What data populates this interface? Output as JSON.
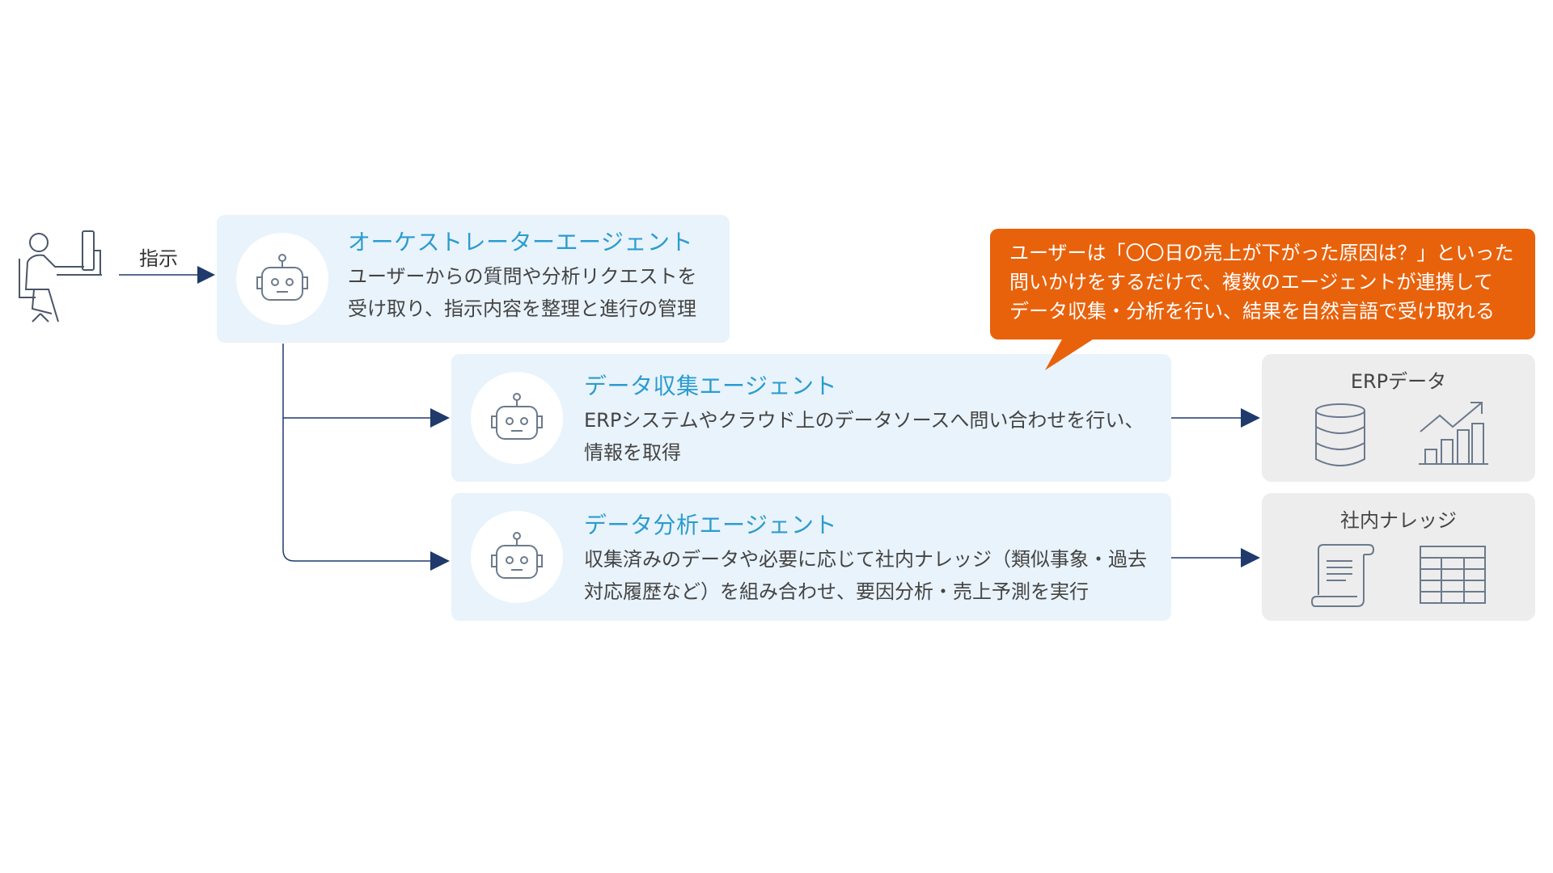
{
  "user": {
    "icon": "person-at-computer-icon",
    "instruction_label": "指示"
  },
  "orchestrator": {
    "title": "オーケストレーターエージェント",
    "desc_lines": [
      "ユーザーからの質問や分析リクエストを",
      "受け取り、指示内容を整理と進行の管理"
    ],
    "icon": "robot-icon"
  },
  "collect_agent": {
    "title": "データ収集エージェント",
    "desc_lines": [
      "ERPシステムやクラウド上のデータソースへ問い合わせを行い、",
      "情報を取得"
    ],
    "icon": "robot-icon"
  },
  "analysis_agent": {
    "title": "データ分析エージェント",
    "desc_lines": [
      "収集済みのデータや必要に応じて社内ナレッジ（類似事象・過去",
      "対応履歴など）を組み合わせ、要因分析・売上予測を実行"
    ],
    "icon": "robot-icon"
  },
  "callout": {
    "lines": [
      "ユーザーは「〇〇日の売上が下がった原因は？」といった",
      "問いかけをするだけで、複数のエージェントが連携して",
      "データ収集・分析を行い、結果を自然言語で受け取れる"
    ]
  },
  "erp_store": {
    "title": "ERPデータ",
    "icons": [
      "database-icon",
      "growth-chart-icon"
    ]
  },
  "knowledge_store": {
    "title": "社内ナレッジ",
    "icons": [
      "document-scroll-icon",
      "table-grid-icon"
    ]
  },
  "colors": {
    "accent_blue": "#2a9ccf",
    "card_bg": "#e9f3fb",
    "arrow_navy": "#1f3a6b",
    "callout_orange": "#e8620c",
    "store_bg": "#ededed",
    "icon_gray": "#6b7a8c"
  }
}
